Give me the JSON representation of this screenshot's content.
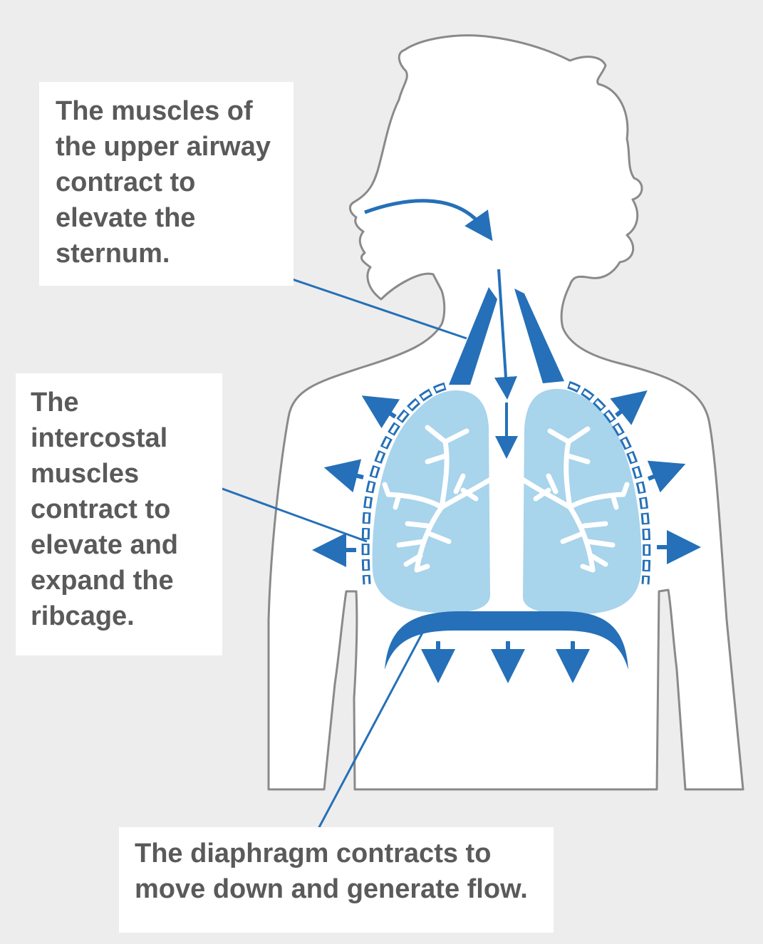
{
  "colors": {
    "background": "#ededed",
    "body_outline": "#8a8a8a",
    "accent_blue": "#2570b8",
    "lung_fill": "#a8d4ec",
    "text": "#5a5a5a"
  },
  "labels": {
    "upper_airway": "The muscles of\nthe upper airway\ncontract to\nelevate the\nsternum.",
    "intercostal": "The\nintercostal\nmuscles\ncontract to\nelevate and\nexpand the\nribcage.",
    "diaphragm": "The diaphragm contracts to\nmove down and generate flow."
  }
}
